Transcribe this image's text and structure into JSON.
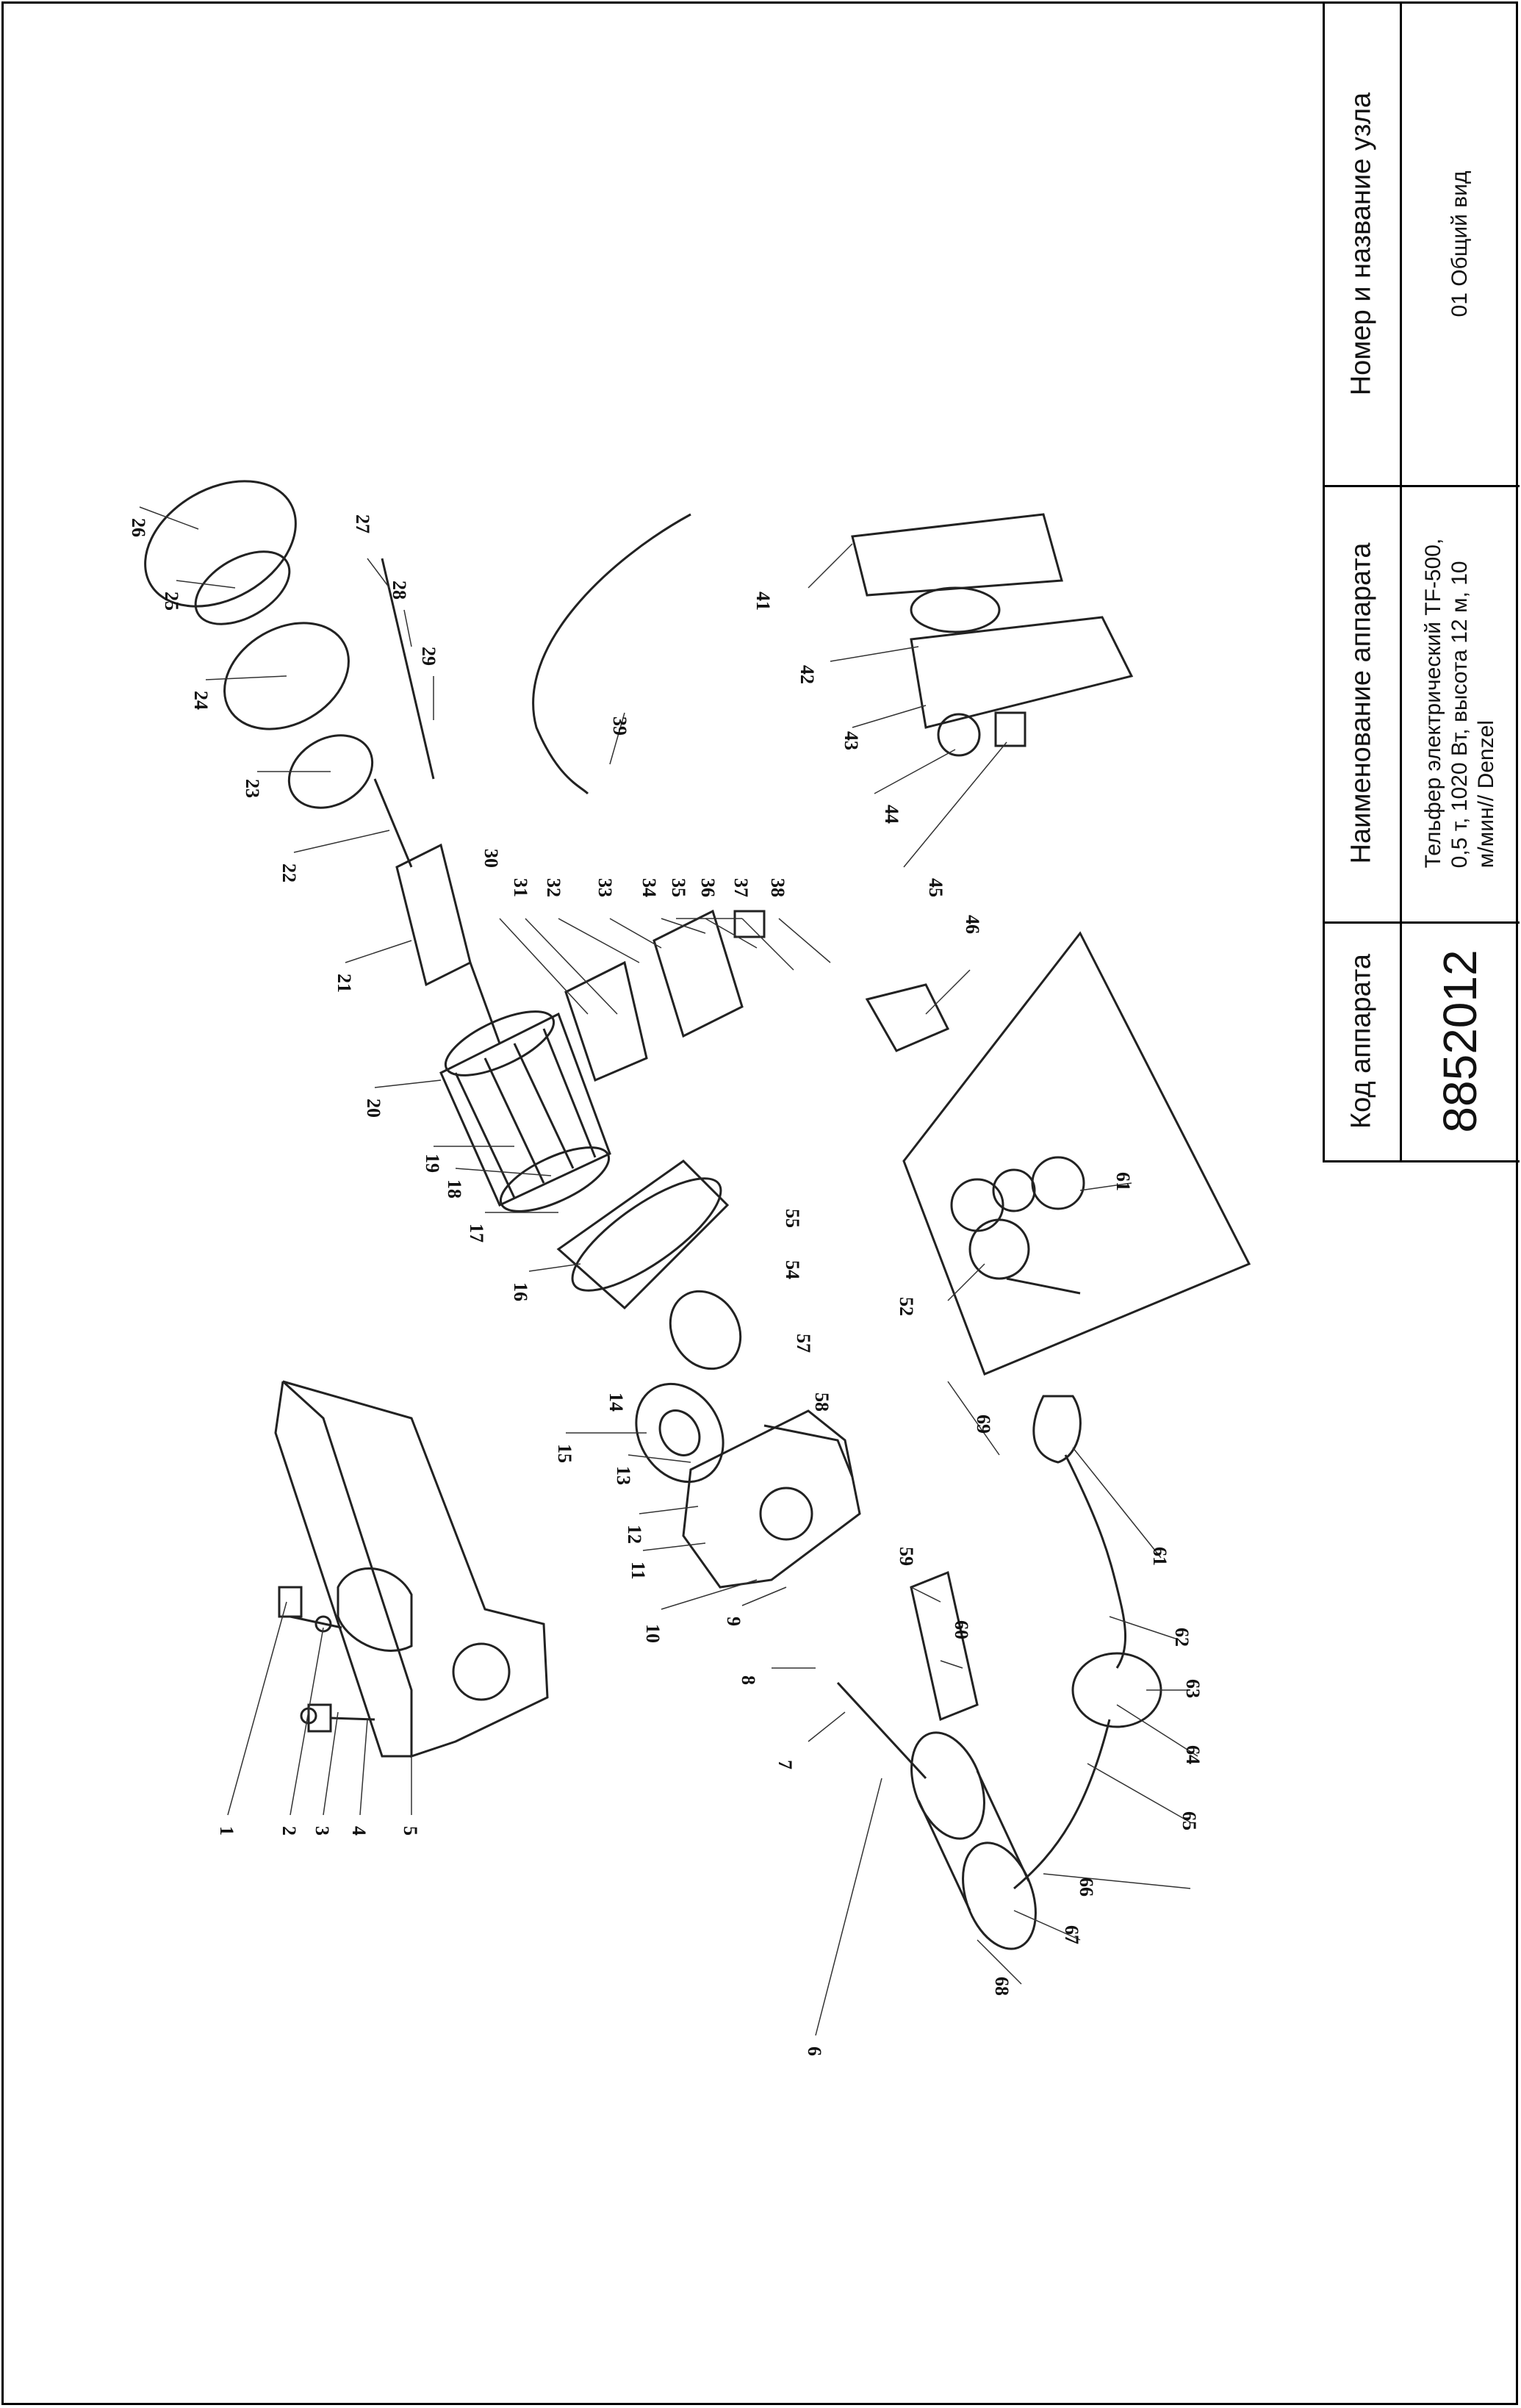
{
  "title_block": {
    "code_header": "Код аппарата",
    "code_value": "8852012",
    "device_header": "Наименование аппарата",
    "device_value_lines": [
      "Тельфер электрический TF-500,",
      "0,5 т, 1020 Вт, высота 12 м, 10",
      "м/мин// Denzel"
    ],
    "assembly_header": "Номер и название узла",
    "assembly_value": "01 Общий вид"
  },
  "part_labels": [
    "1",
    "2",
    "3",
    "4",
    "5",
    "6",
    "7",
    "8",
    "9",
    "10",
    "11",
    "12",
    "13",
    "14",
    "15",
    "16",
    "17",
    "18",
    "19",
    "20",
    "21",
    "22",
    "23",
    "24",
    "25",
    "26",
    "27",
    "28",
    "29",
    "30",
    "31",
    "32",
    "33",
    "34",
    "35",
    "36",
    "37",
    "38",
    "39",
    "41",
    "42",
    "43",
    "44",
    "45",
    "46",
    "52",
    "54",
    "55",
    "57",
    "58",
    "59",
    "60",
    "61",
    "61",
    "62",
    "63",
    "64",
    "65",
    "66",
    "67",
    "68",
    "69"
  ]
}
